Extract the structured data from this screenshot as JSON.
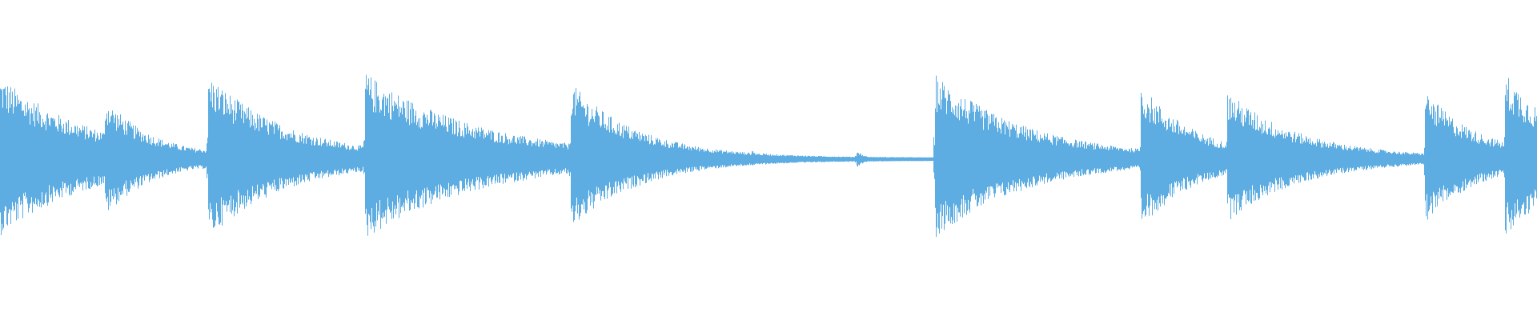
{
  "waveform": {
    "color": "#5DADE2",
    "background": "#FFFFFF",
    "transients": [
      {
        "t": 0.0,
        "amp": 0.95,
        "decay": 0.06,
        "kind": "onset"
      },
      {
        "t": 0.068,
        "amp": 0.7,
        "decay": 0.032,
        "kind": "onset"
      },
      {
        "t": 0.135,
        "amp": 0.98,
        "decay": 0.052,
        "kind": "onset"
      },
      {
        "t": 0.203,
        "amp": 0.1,
        "decay": 0.004,
        "kind": "tick"
      },
      {
        "t": 0.237,
        "amp": 1.0,
        "decay": 0.075,
        "kind": "onset"
      },
      {
        "t": 0.304,
        "amp": 0.1,
        "decay": 0.004,
        "kind": "tick"
      },
      {
        "t": 0.338,
        "amp": 0.04,
        "decay": 0.003,
        "kind": "tick"
      },
      {
        "t": 0.371,
        "amp": 0.88,
        "decay": 0.044,
        "kind": "onset"
      },
      {
        "t": 0.405,
        "amp": 0.05,
        "decay": 0.003,
        "kind": "tick"
      },
      {
        "t": 0.439,
        "amp": 0.1,
        "decay": 0.004,
        "kind": "tick"
      },
      {
        "t": 0.473,
        "amp": 0.05,
        "decay": 0.003,
        "kind": "tick"
      },
      {
        "t": 0.489,
        "amp": 0.1,
        "decay": 0.004,
        "kind": "tick"
      },
      {
        "t": 0.523,
        "amp": 0.04,
        "decay": 0.003,
        "kind": "tick"
      },
      {
        "t": 0.557,
        "amp": 0.1,
        "decay": 0.004,
        "kind": "tick"
      },
      {
        "t": 0.608,
        "amp": 0.98,
        "decay": 0.06,
        "kind": "onset"
      },
      {
        "t": 0.675,
        "amp": 0.08,
        "decay": 0.004,
        "kind": "tick"
      },
      {
        "t": 0.709,
        "amp": 0.06,
        "decay": 0.003,
        "kind": "tick"
      },
      {
        "t": 0.742,
        "amp": 0.86,
        "decay": 0.036,
        "kind": "onset"
      },
      {
        "t": 0.777,
        "amp": 0.06,
        "decay": 0.003,
        "kind": "tick"
      },
      {
        "t": 0.798,
        "amp": 0.78,
        "decay": 0.048,
        "kind": "onset"
      },
      {
        "t": 0.86,
        "amp": 0.07,
        "decay": 0.003,
        "kind": "tick"
      },
      {
        "t": 0.894,
        "amp": 0.05,
        "decay": 0.003,
        "kind": "tick"
      },
      {
        "t": 0.927,
        "amp": 0.78,
        "decay": 0.036,
        "kind": "onset"
      },
      {
        "t": 0.962,
        "amp": 0.06,
        "decay": 0.003,
        "kind": "tick"
      },
      {
        "t": 0.979,
        "amp": 1.0,
        "decay": 0.04,
        "kind": "onset"
      }
    ]
  }
}
